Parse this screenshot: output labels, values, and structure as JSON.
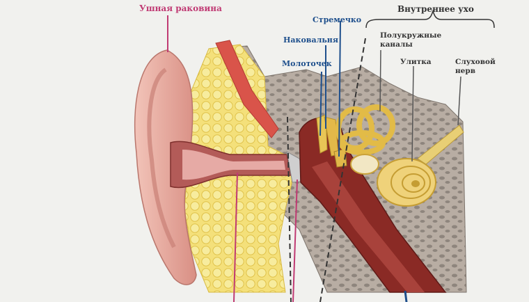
{
  "labels": {
    "auricle": "Ушная раковина",
    "inner_ear": "Внутреннее ухо",
    "stapes": "Стремечко",
    "incus": "Наковальня",
    "malleus": "Молоточек",
    "canals_line1": "Полукружные",
    "canals_line2": "каналы",
    "cochlea": "Улитка",
    "nerve_line1": "Слуховой",
    "nerve_line2": "нерв"
  },
  "colors": {
    "background": "#f4f4f1",
    "skin": "#e9a49b",
    "fat": "#f3de6a",
    "bone": "#b9aea5",
    "canal": "#8a2a25",
    "ossicle": "#e6c04a",
    "label_pink": "#c03a73",
    "label_blue": "#1e4f8c"
  }
}
